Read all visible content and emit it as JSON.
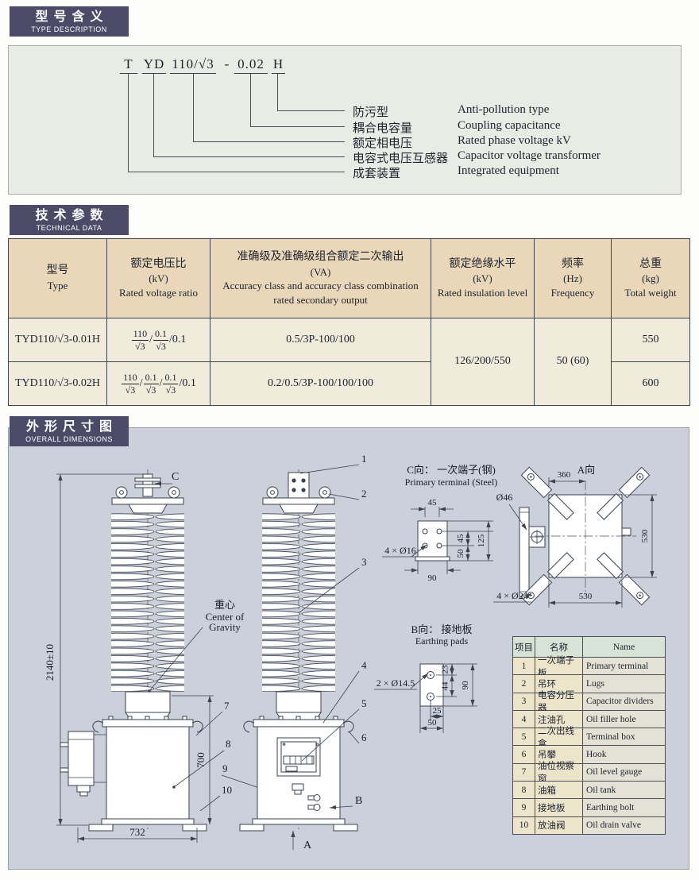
{
  "colors": {
    "badge_bg": "#4b4b68",
    "section1_bg": "#e9ece4",
    "table_header_bg": "#ead7ba",
    "table_row_bg": "#f1ebdc",
    "drawing_bg": "#cbd0da",
    "parts_header_bg": "#d7e3d7",
    "parts_cell_bg": "#ece4cb",
    "parts_name_bg": "#e4e2d4"
  },
  "sections": {
    "type_desc": {
      "badge_cn": "型号含义",
      "badge_en": "TYPE DESCRIPTION",
      "code": {
        "t": "T",
        "yd": "YD",
        "ratio": "110/√3",
        "dash": "-",
        "cap": "0.02",
        "h": "H"
      },
      "labels": [
        {
          "cn": "防污型",
          "en": "Anti-pollution type"
        },
        {
          "cn": "耦合电容量",
          "en": "Coupling capacitance"
        },
        {
          "cn": "额定相电压",
          "en": "Rated phase voltage kV"
        },
        {
          "cn": "电容式电压互感器",
          "en": "Capacitor voltage transformer"
        },
        {
          "cn": "成套装置",
          "en": "Integrated equipment"
        }
      ]
    },
    "tech": {
      "badge_cn": "技术参数",
      "badge_en": "TECHNICAL DATA",
      "headers": [
        {
          "cn": "型号",
          "unit": "",
          "en": "Type"
        },
        {
          "cn": "额定电压比",
          "unit": "(kV)",
          "en": "Rated voltage ratio"
        },
        {
          "cn": "准确级及准确级组合额定二次输出",
          "unit": "(VA)",
          "en": "Accuracy class and accuracy class combination rated secondary output"
        },
        {
          "cn": "额定绝缘水平",
          "unit": "(kV)",
          "en": "Rated insulation level"
        },
        {
          "cn": "频率",
          "unit": "(Hz)",
          "en": "Frequency"
        },
        {
          "cn": "总重",
          "unit": "(kg)",
          "en": "Total weight"
        }
      ],
      "rows": [
        {
          "type": "TYD110/√3-0.01H",
          "ratio": {
            "f1n": "110",
            "f1d": "√3",
            "s1": "/",
            "f2n": "0.1",
            "f2d": "√3",
            "tail": "/0.1"
          },
          "accuracy": "0.5/3P-100/100",
          "weight": "550"
        },
        {
          "type": "TYD110/√3-0.02H",
          "ratio": {
            "f1n": "110",
            "f1d": "√3",
            "s1": "/",
            "f2n": "0.1",
            "f2d": "√3",
            "s2": "/",
            "f3n": "0.1",
            "f3d": "√3",
            "tail": "/0.1"
          },
          "accuracy": "0.2/0.5/3P-100/100/100",
          "weight": "600"
        }
      ],
      "merged": {
        "insulation": "126/200/550",
        "frequency": "50 (60)"
      }
    },
    "dims": {
      "badge_cn": "外形尺寸图",
      "badge_en": "OVERALL DIMENSIONS",
      "height": "2140±10",
      "tank_h": "700",
      "width": "732",
      "cog_cn": "重心",
      "cog_en1": "Center of",
      "cog_en2": "Gravity",
      "view_c": "C",
      "view_a": "A",
      "view_b": "B",
      "callouts": [
        "1",
        "2",
        "3",
        "4",
        "5",
        "6",
        "7",
        "8",
        "9",
        "10"
      ],
      "stem": "Ø46",
      "c_detail": {
        "title_cn": "C向： 一次端子(钢)",
        "title_en": "Primary terminal (Steel)",
        "hole": "4 × Ø16",
        "d_top": "45",
        "d_bot": "90",
        "d45": "45",
        "d50": "50",
        "d125": "125"
      },
      "a_view": {
        "title": "A向",
        "d_top": "360",
        "d_right": "530",
        "d_bot": "530",
        "hole": "4 × Ø24"
      },
      "b_detail": {
        "title_cn": "B向： 接地板",
        "title_en": "Earthing pads",
        "hole": "2 × Ø14.5",
        "d23": "23",
        "d44": "44",
        "d90": "90",
        "d25": "25",
        "d50": "50"
      },
      "parts": {
        "h_item": "项目",
        "h_cn": "名称",
        "h_en": "Name",
        "rows": [
          {
            "no": "1",
            "cn": "一次端子板",
            "en": "Primary terminal"
          },
          {
            "no": "2",
            "cn": "吊环",
            "en": "Lugs"
          },
          {
            "no": "3",
            "cn": "电容分压器",
            "en": "Capacitor dividers"
          },
          {
            "no": "4",
            "cn": "注油孔",
            "en": "Oil filler hole"
          },
          {
            "no": "5",
            "cn": "二次出线盒",
            "en": "Terminal box"
          },
          {
            "no": "6",
            "cn": "吊攀",
            "en": "Hook"
          },
          {
            "no": "7",
            "cn": "油位视察窗",
            "en": "Oil level gauge"
          },
          {
            "no": "8",
            "cn": "油箱",
            "en": "Oil tank"
          },
          {
            "no": "9",
            "cn": "接地板",
            "en": "Earthing bolt"
          },
          {
            "no": "10",
            "cn": "放油阀",
            "en": "Oil drain valve"
          }
        ]
      }
    }
  }
}
